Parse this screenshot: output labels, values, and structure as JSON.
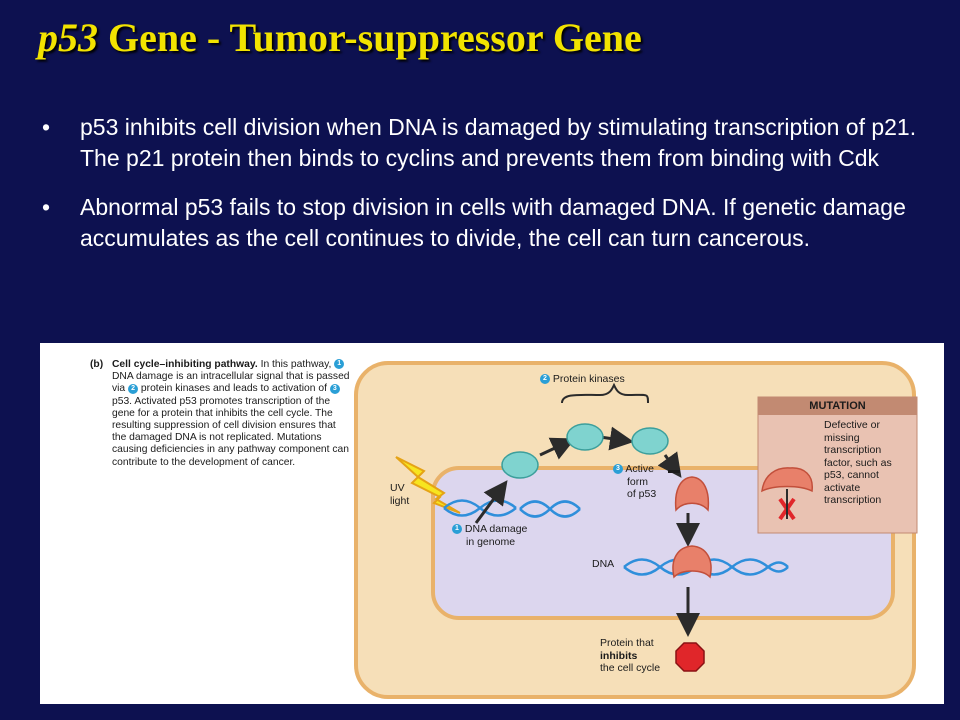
{
  "slide": {
    "title_italic": "p53",
    "title_rest": "Gene - Tumor-suppressor Gene",
    "bullet_symbol": "•",
    "bullets": [
      "p53 inhibits cell division when DNA is damaged by stimulating transcription of p21.  The p21 protein then binds to cyclins and prevents them from binding with Cdk",
      "Abnormal p53 fails to stop division in cells with damaged DNA.  If genetic damage accumulates as the cell continues to divide, the cell can turn cancerous."
    ]
  },
  "figure": {
    "caption": {
      "tag": "(b)",
      "heading": "Cell cycle–inhibiting pathway.",
      "intro": "In this pathway,",
      "step1_num": "1",
      "part1": "DNA damage is an intracellular signal that is passed via",
      "step2_num": "2",
      "part2": "protein kinases and leads to activation of",
      "step3_num": "3",
      "part3": "p53. Activated p53 promotes transcription of the gene for a protein that inhibits the cell cycle. The resulting suppression of cell division ensures that the damaged DNA is not replicated. Mutations causing deficiencies in any pathway component can contribute to the development of cancer."
    },
    "labels": {
      "step1_num": "1",
      "step2_num": "2",
      "step3_num": "3",
      "protein_kinases": "Protein kinases",
      "uv_line1": "UV",
      "uv_line2": "light",
      "dna_damage_line1": "DNA damage",
      "dna_damage_line2": "in genome",
      "active_line1": "Active",
      "active_line2": "form",
      "active_line3": "of p53",
      "dna": "DNA",
      "protein_line1": "Protein that",
      "protein_line2": "inhibits",
      "protein_line3": "the cell cycle"
    },
    "mutation": {
      "heading": "MUTATION",
      "lines": [
        "Defective or",
        "missing",
        "transcription",
        "factor, such as",
        "p53, cannot",
        "activate",
        "transcription"
      ]
    },
    "colors": {
      "cell_fill": "#f6dfb8",
      "cell_border": "#e9b26a",
      "nucleus_fill": "#dcd6ee",
      "kinase": "#7fd3cf",
      "p53": "#e8806a",
      "stop": "#e0262a",
      "mutation_box": "#e9c2b2",
      "dna": "#2f8fdb"
    }
  }
}
